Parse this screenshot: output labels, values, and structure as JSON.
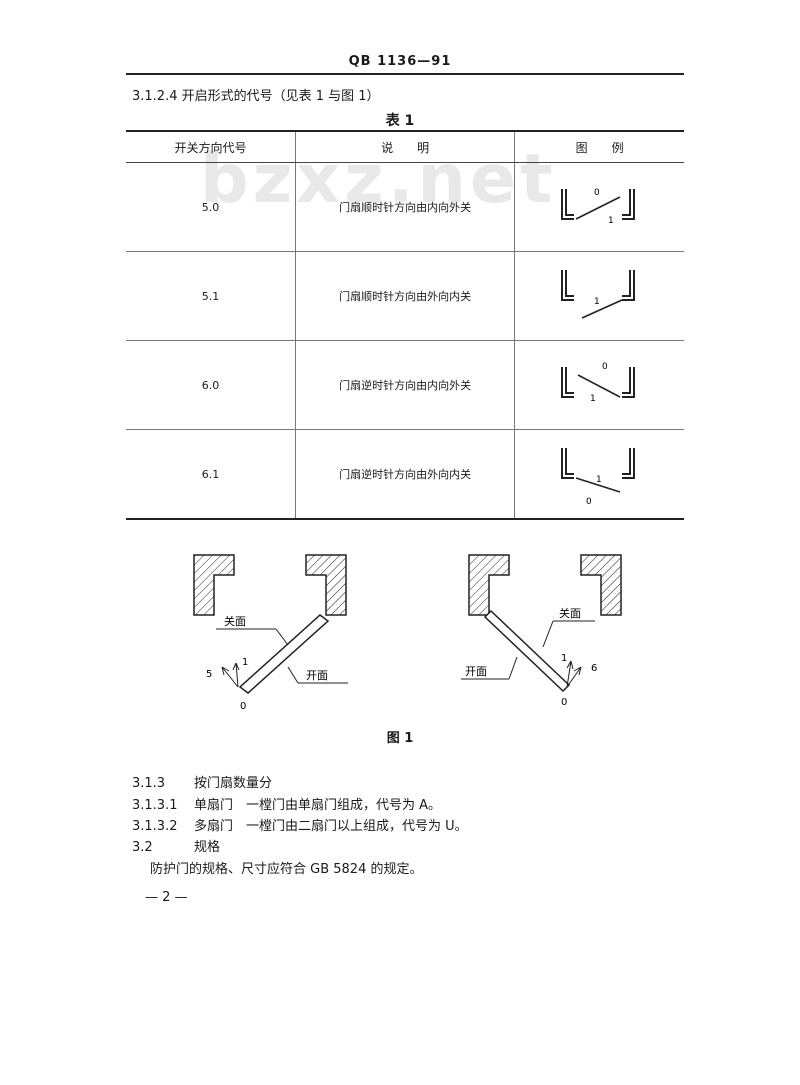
{
  "header": {
    "code": "QB 1136—91"
  },
  "section": {
    "title": "3.1.2.4  开启形式的代号（见表 1 与图 1）"
  },
  "table": {
    "caption": "表 1",
    "columns": [
      "开关方向代号",
      "说　　明",
      "图　　例"
    ],
    "rows": [
      {
        "code": "5.0",
        "desc": "门扇顺时针方向由内向外关"
      },
      {
        "code": "5.1",
        "desc": "门扇顺时针方向由外向内关"
      },
      {
        "code": "6.0",
        "desc": "门扇逆时针方向由内向外关"
      },
      {
        "code": "6.1",
        "desc": "门扇逆时针方向由外向内关"
      }
    ],
    "legend_labels": {
      "zero": "0",
      "one": "1"
    }
  },
  "watermark": "bzxz.net",
  "figure": {
    "caption": "图 1",
    "left": {
      "close_face": "关面",
      "open_face": "开面",
      "dir_code": "5",
      "pos_one": "1",
      "pos_zero": "0"
    },
    "right": {
      "close_face": "关面",
      "open_face": "开面",
      "dir_code": "6",
      "pos_one": "1",
      "pos_zero": "0"
    }
  },
  "paragraphs": [
    {
      "num": "3.1.3",
      "text": "按门扇数量分"
    },
    {
      "num": "3.1.3.1",
      "text": "单扇门　一樘门由单扇门组成，代号为 A。"
    },
    {
      "num": "3.1.3.2",
      "text": "多扇门　一樘门由二扇门以上组成，代号为 U。"
    },
    {
      "num": "3.2",
      "text": "规格"
    }
  ],
  "body_text": "防护门的规格、尺寸应符合 GB 5824 的规定。",
  "page_number": "— 2 —"
}
